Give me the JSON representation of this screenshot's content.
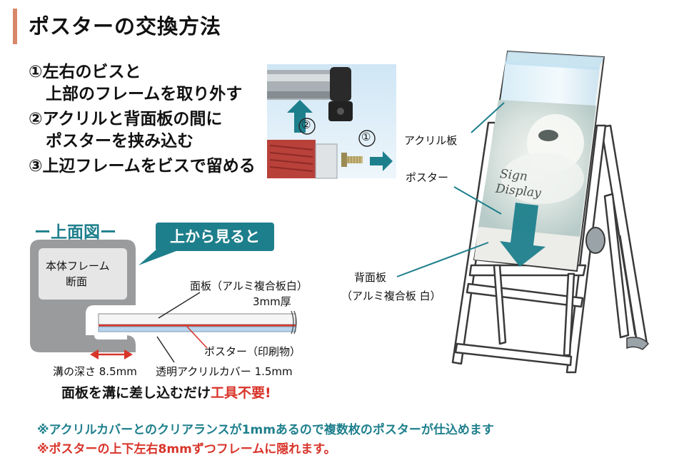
{
  "title": "ポスターの交換方法",
  "steps": {
    "s1_line1": "①左右のビスと",
    "s1_line2": "上部のフレームを取り外す",
    "s2_line1": "②アクリルと背面板の間に",
    "s2_line2": "ポスターを挟み込む",
    "s3": "③上辺フレームをビスで留める"
  },
  "photo_labels": {
    "num2": "②",
    "num1": "①"
  },
  "stand_labels": {
    "acrylic": "アクリル板",
    "poster": "ポスター",
    "back1": "背面板",
    "back2": "（アルミ複合板 白）",
    "sign1": "Sign",
    "sign2": "Display"
  },
  "top_view": {
    "heading": "ー上面図ー",
    "callout": "上から見ると",
    "frame1": "本体フレーム",
    "frame2": "断面",
    "panel1": "面板（アルミ複合板白）",
    "panel2": "3mm厚",
    "poster": "ポスター（印刷物）",
    "groove": "溝の深さ 8.5mm",
    "cover": "透明アクリルカバー 1.5mm",
    "tagline_a": "面板を溝に差し込むだけ",
    "tagline_b": "工具不要!"
  },
  "notes": {
    "n1": "※アクリルカバーとのクリアランスが1mmあるので複数枚のポスターが仕込めます",
    "n2": "※ポスターの上下左右8mmずつフレームに隠れます。"
  },
  "colors": {
    "teal": "#1e7f8c",
    "red": "#d8342a",
    "accent": "#d9876a"
  }
}
